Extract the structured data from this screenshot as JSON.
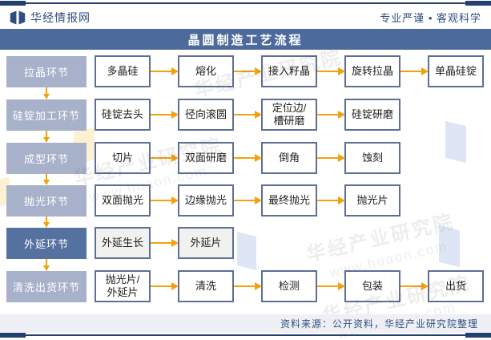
{
  "header": {
    "brand": "华经情报网",
    "slogan": "专业严谨 • 客观科学"
  },
  "title": "晶圆制造工艺流程",
  "colors": {
    "navy": "#24406e",
    "brand_text": "#2f4d80",
    "title_bar": "#4d6a9c",
    "stage_label_light": "#a7b1c9",
    "stage_label_dark": "#54719f",
    "step_border": "#5d6f96",
    "arrow": "#f2a20d",
    "footer_band": "#eef0f6"
  },
  "flow": {
    "rows": [
      {
        "label": "拉晶环节",
        "dark": false,
        "steps": [
          "多晶硅",
          "熔化",
          "接入籽晶",
          "旋转拉晶",
          "单晶硅锭"
        ]
      },
      {
        "label": "硅锭加工环节",
        "dark": false,
        "steps": [
          "硅锭去头",
          "径向滚圆",
          "定位边/\n槽研磨",
          "硅锭研磨"
        ]
      },
      {
        "label": "成型环节",
        "dark": false,
        "steps": [
          "切片",
          "双面研磨",
          "倒角",
          "蚀刻"
        ]
      },
      {
        "label": "抛光环节",
        "dark": false,
        "steps": [
          "双面抛光",
          "边缘抛光",
          "最终抛光",
          "抛光片"
        ]
      },
      {
        "label": "外延环节",
        "dark": true,
        "step_fill": "#f1f1ef",
        "steps": [
          "外延生长",
          "外延片"
        ]
      },
      {
        "label": "清洗出货环节",
        "dark": false,
        "steps": [
          "抛光片/\n外延片",
          "清洗",
          "检测",
          "包装",
          "出货"
        ]
      }
    ]
  },
  "watermarks": {
    "name": "华经产业研究院",
    "url": "www.huaon.com"
  },
  "footer": {
    "source": "资料来源：公开资料，华经产业研究院整理"
  }
}
